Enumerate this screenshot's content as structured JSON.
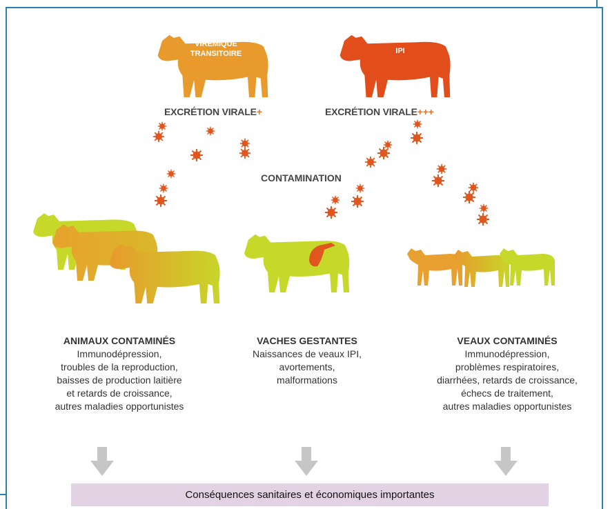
{
  "cows": {
    "transient": {
      "label_line1": "VIRÉMIQUE",
      "label_line2": "TRANSITOIRE",
      "color": "#e89a2c"
    },
    "ipi": {
      "label": "IPI",
      "color": "#e24e1b"
    }
  },
  "excretion": {
    "left_text": "EXCRÉTION VIRALE",
    "left_plus": "+",
    "right_text": "EXCRÉTION VIRALE",
    "right_plus": "+++"
  },
  "contamination_label": "CONTAMINATION",
  "groups": [
    {
      "title": "ANIMAUX CONTAMINÉS",
      "lines": [
        "Immunodépression,",
        "troubles de la reproduction,",
        "baisses de production laitière",
        "et retards de croissance,",
        "autres maladies opportunistes"
      ]
    },
    {
      "title": "VACHES GESTANTES",
      "lines": [
        "Naissances de veaux IPI,",
        "avortements,",
        "malformations"
      ]
    },
    {
      "title": "VEAUX CONTAMINÉS",
      "lines": [
        "Immunodépression,",
        "problèmes respiratoires,",
        "diarrhées, retards de croissance,",
        "échecs de traitement,",
        "autres maladies opportunistes"
      ]
    }
  ],
  "bottom_banner": "Conséquences sanitaires et économiques importantes",
  "colors": {
    "frame": "#2a7fb4",
    "virus": "#e0561f",
    "arrow": "#c6c6c6",
    "banner": "#e3d2e3",
    "lime": "#c6d92a",
    "orange": "#e8a030"
  }
}
